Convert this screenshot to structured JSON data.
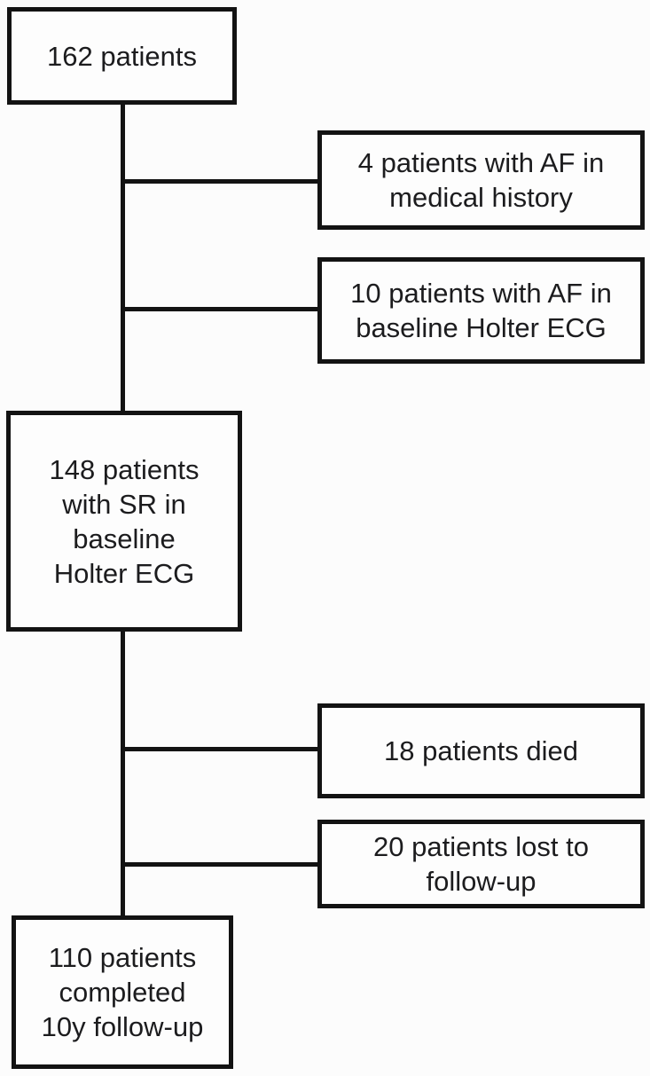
{
  "figure": {
    "type": "flowchart",
    "description": "Patient enrollment and 10-year follow-up flow diagram",
    "colors": {
      "background": "#fcfcfc",
      "box_fill": "#fdfdfd",
      "line": "#131313",
      "text": "#1c1c1e"
    },
    "nodes": [
      {
        "id": "enrolled",
        "label": "162 patients"
      },
      {
        "id": "excluded-af-history",
        "label": "4 patients with AF in\nmedical history"
      },
      {
        "id": "excluded-af-baseline-holter",
        "label": "10 patients with AF in\nbaseline Holter ECG"
      },
      {
        "id": "sr-baseline",
        "label": "148 patients\nwith SR in\nbaseline\nHolter ECG"
      },
      {
        "id": "died",
        "label": "18 patients died"
      },
      {
        "id": "lost-to-follow-up",
        "label": "20 patients lost to\nfollow-up"
      },
      {
        "id": "completed-follow-up",
        "label": "110 patients\ncompleted\n10y follow-up"
      }
    ]
  }
}
